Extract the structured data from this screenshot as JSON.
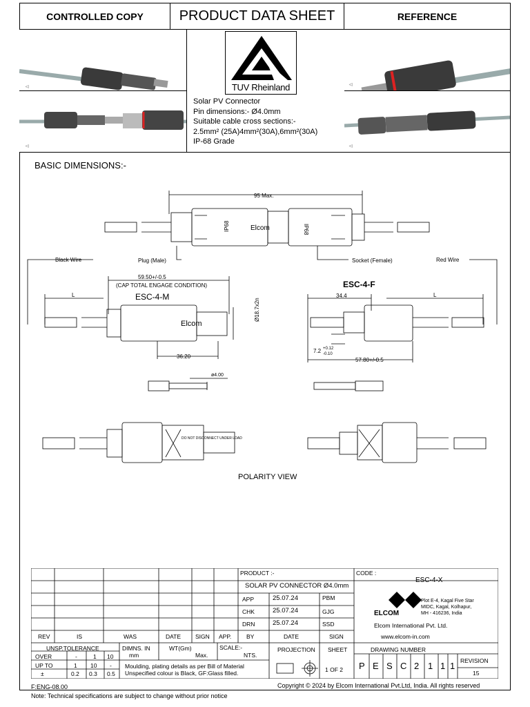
{
  "header": {
    "left": "CONTROLLED COPY",
    "title": "PRODUCT DATA SHEET",
    "right": "REFERENCE"
  },
  "logo": {
    "text": "TUV Rheinland"
  },
  "specs": {
    "line1": "Solar PV Connector",
    "line2": "Pin dimensions:- Ø4.0mm",
    "line3": "Suitable cable cross sections:-",
    "line4": "2.5mm² (25A)4mm²(30A),6mm²(30A)",
    "line5": "IP-68 Grade"
  },
  "section_title": "BASIC DIMENSIONS:-",
  "drawing": {
    "overall_length": "95 Max.",
    "brand": "Elcom",
    "ip": "IP68",
    "black_wire": "Black Wire",
    "plug_male": "Plug (Male)",
    "socket_female": "Socket (Female)",
    "red_wire": "Red Wire",
    "male_length": "59.50+/-0.5",
    "cap_condition": "(CAP TOTAL ENGAGE CONDITION)",
    "male_model": "ESC-4-M",
    "female_model": "ESC-4-F",
    "male_dia": "Ø18.7x2n",
    "male_body": "36.20",
    "L": "L",
    "female_34": "34.4",
    "female_length": "57.80+/-0.5",
    "female_tol": "7.2",
    "female_tol_up": "+0.12",
    "female_tol_dn": "-0.10",
    "pin_dia": "ø4.00",
    "polarity": "POLARITY VIEW",
    "warn_text": "DO NOT DISCONNECT UNDER LOAD"
  },
  "title_block": {
    "product_label": "PRODUCT :-",
    "product_value": "SOLAR PV CONNECTOR Ø4.0mm",
    "code_label": "CODE :",
    "code_value": "ESC-4-X",
    "app": "APP",
    "app_date": "25.07.24",
    "app_by": "PBM",
    "chk": "CHK",
    "chk_date": "25.07.24",
    "chk_by": "GJG",
    "drn": "DRN",
    "drn_date": "25.07.24",
    "drn_by": "SSD",
    "rev_headers": [
      "REV",
      "IS",
      "WAS",
      "DATE",
      "SIGN",
      "APP.",
      "BY",
      "DATE",
      "SIGN"
    ],
    "company_name": "ELCOM",
    "address1": "Plot E-4, Kagal Five Star",
    "address2": "MIDC, Kagal, Kolhapur,",
    "address3": "MH - 416236, India",
    "company_full": "Elcom International Pvt. Ltd.",
    "website": "www.elcom-in.com",
    "unsp_tol": "UNSP.TOLERANCE",
    "over": "OVER",
    "upto": "UP TO",
    "pm": "±",
    "over_vals": [
      "-",
      "1",
      "10"
    ],
    "upto_vals": [
      "1",
      "10",
      "-"
    ],
    "pm_vals": [
      "0.2",
      "0.3",
      "0.5"
    ],
    "dimns": "DIMNS.  IN",
    "mm": "mm",
    "wt": "WT(Gm)",
    "max": "Max.",
    "scale": "SCALE:-",
    "nts": "NTS.",
    "projection": "PROJECTION",
    "sheet": "SHEET",
    "sheet_value": "1   OF   2",
    "drawing_number_label": "DRAWING NUMBER",
    "drawing_number": [
      "P",
      "E",
      "S",
      "C",
      "2",
      "1",
      "1",
      "1"
    ],
    "revision_label": "REVISION",
    "revision_value": "15",
    "notes1": "Moulding, plating details as per Bill of Material",
    "notes2": "Unspecified colour is Black, GF:Glass filled."
  },
  "footer": {
    "form": "F:ENG-08.00",
    "copyright": "Copyright © 2024  by Elcom International Pvt.Ltd, India. All rights reserved",
    "note": "Note: Technical specifications are subject to change without prior notice"
  }
}
